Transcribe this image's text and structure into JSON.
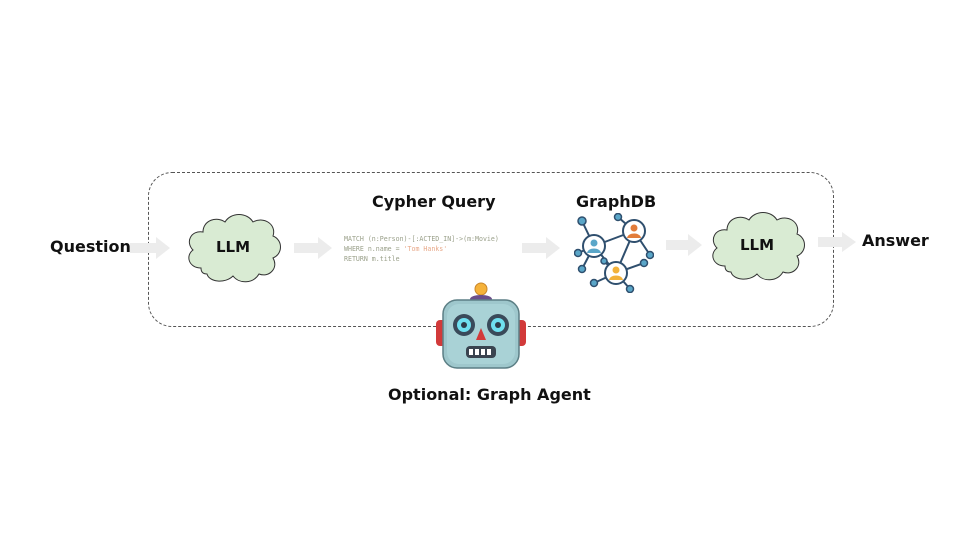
{
  "labels": {
    "question": "Question",
    "answer": "Answer",
    "llm_first": "LLM",
    "llm_second": "LLM",
    "cypher_query": "Cypher Query",
    "graphdb": "GraphDB",
    "optional_agent": "Optional: Graph Agent"
  },
  "cypher": {
    "line1": "MATCH (n:Person)-[:ACTED_IN]->(m:Movie)",
    "line2_prefix": "WHERE n.name = ",
    "line2_string": "'Tom Hanks'",
    "line3": "RETURN m.title"
  },
  "icons": {
    "cloud": "cloud-icon",
    "arrow": "arrow-right-icon",
    "graph": "graph-network-icon",
    "robot": "robot-icon"
  },
  "colors": {
    "cloud_fill": "#d9ebd3",
    "arrow_fill": "#ececec",
    "dashed_border": "#555555",
    "graph_node": "#5aa6c8",
    "graph_line": "#2f4f6e",
    "robot_face": "#9ec7cc",
    "robot_ear": "#d23a3a"
  }
}
